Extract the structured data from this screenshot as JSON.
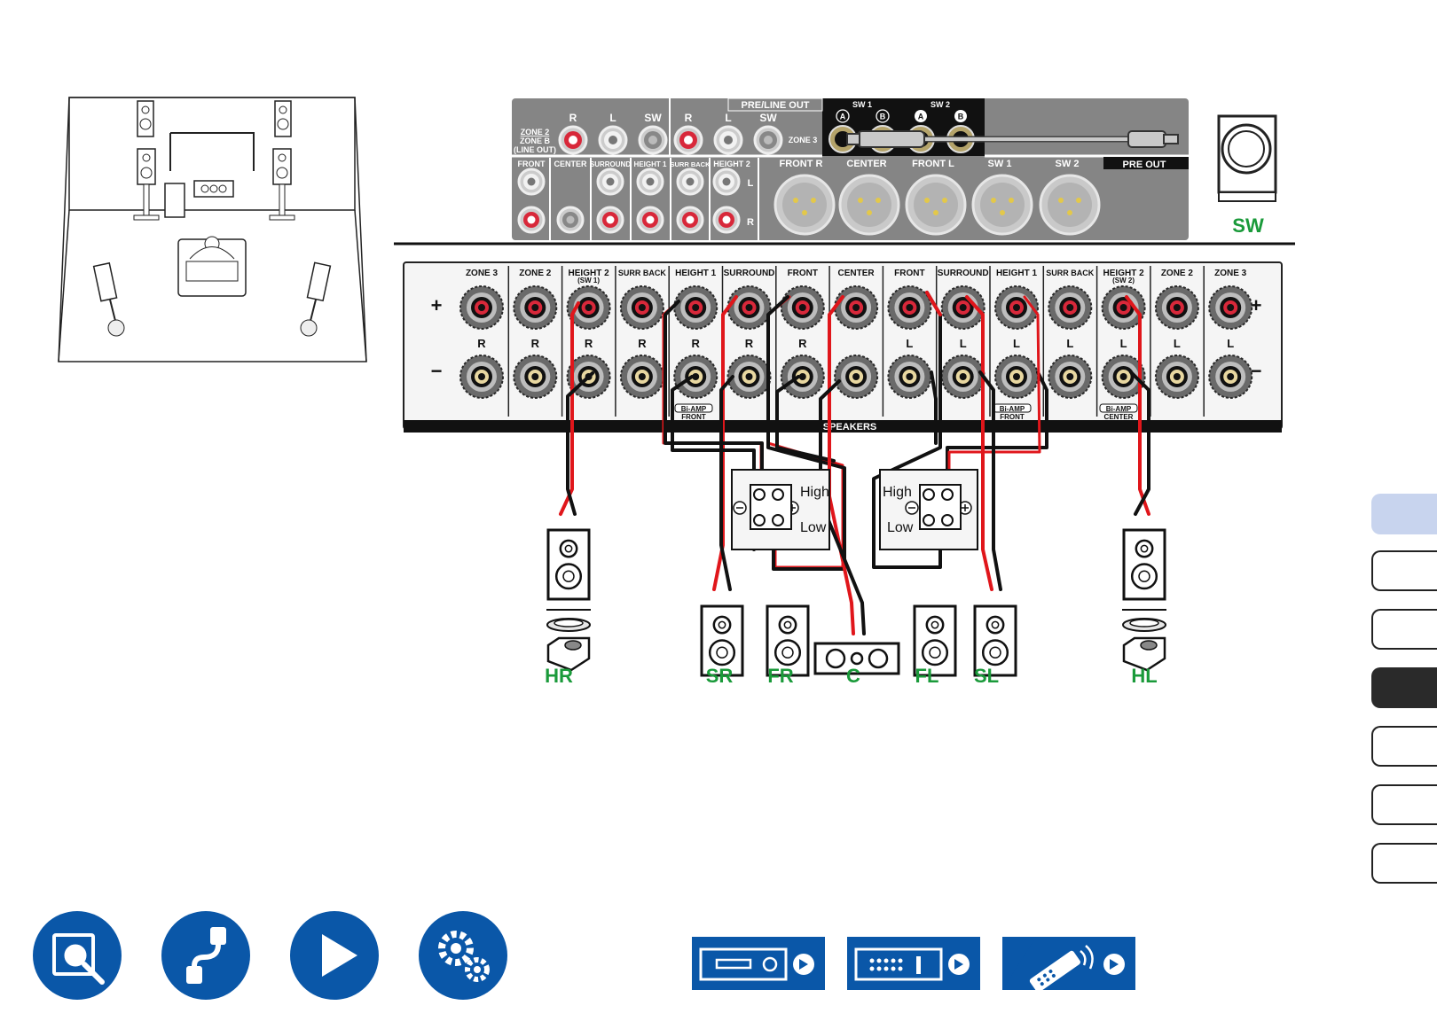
{
  "panel": {
    "preline_header": "PRE/LINE OUT",
    "pre_out_header": "PRE OUT",
    "speakers_header": "SPEAKERS",
    "zone2_label_lines": [
      "ZONE 2",
      "ZONE B",
      "(LINE OUT)"
    ],
    "zone3_label": "ZONE 3",
    "rca_top_labels": [
      "R",
      "L",
      "SW",
      "R",
      "L",
      "SW"
    ],
    "sw1_label": "SW 1",
    "sw2_label": "SW 2",
    "sw_jack_labels": [
      "A",
      "B",
      "A",
      "B"
    ],
    "preout_group_labels": [
      "FRONT",
      "CENTER",
      "SURROUND",
      "HEIGHT 1",
      "SURR BACK",
      "HEIGHT 2"
    ],
    "preout_lr_labels": [
      "L",
      "R"
    ],
    "xlr_labels": [
      "FRONT R",
      "CENTER",
      "FRONT L",
      "SW 1",
      "SW 2"
    ],
    "speaker_columns": [
      "ZONE 3",
      "ZONE 2",
      "HEIGHT 2",
      "SURR BACK",
      "HEIGHT 1",
      "SURROUND",
      "FRONT",
      "CENTER",
      "FRONT",
      "SURROUND",
      "HEIGHT 1",
      "SURR BACK",
      "HEIGHT 2",
      "ZONE 2",
      "ZONE 3"
    ],
    "speaker_sub_labels": [
      "",
      "",
      "(SW 1)",
      "",
      "",
      "",
      "",
      "",
      "",
      "",
      "",
      "",
      "(SW 2)",
      "",
      ""
    ],
    "speaker_channel_letters": [
      "R",
      "R",
      "R",
      "R",
      "R",
      "R",
      "R",
      "",
      "L",
      "L",
      "L",
      "L",
      "L",
      "L",
      "L"
    ],
    "plus_sign": "+",
    "minus_sign": "−",
    "biamp_label": "Bi-AMP",
    "biamp_targets": [
      "FRONT",
      "FRONT",
      "CENTER"
    ]
  },
  "speaker_box": {
    "high": "High",
    "low": "Low"
  },
  "speaker_labels": [
    "HR",
    "SR",
    "FR",
    "C",
    "FL",
    "SL",
    "HL",
    "SW"
  ],
  "colors": {
    "label_green": "#1a9a3a",
    "nav_blue": "#0a57a8",
    "wire_red": "#e0161b",
    "panel_gray": "#858585",
    "tab_light": "#c8d4ee",
    "tab_dark": "#2a2a2a"
  },
  "side_tabs": [
    {
      "icon": "tab-1",
      "state": "light"
    },
    {
      "icon": "tab-2",
      "state": "plain"
    },
    {
      "icon": "tab-3",
      "state": "plain"
    },
    {
      "icon": "tab-4",
      "state": "dark"
    },
    {
      "icon": "tab-5",
      "state": "plain"
    },
    {
      "icon": "tab-6",
      "state": "plain"
    },
    {
      "icon": "tab-7",
      "state": "plain"
    }
  ],
  "nav_icons": [
    "manual-search-icon",
    "cable-connections-icon",
    "play-icon",
    "settings-gears-icon"
  ],
  "device_icons": [
    "av-receiver-front-icon",
    "av-receiver-rear-icon",
    "remote-control-icon"
  ]
}
